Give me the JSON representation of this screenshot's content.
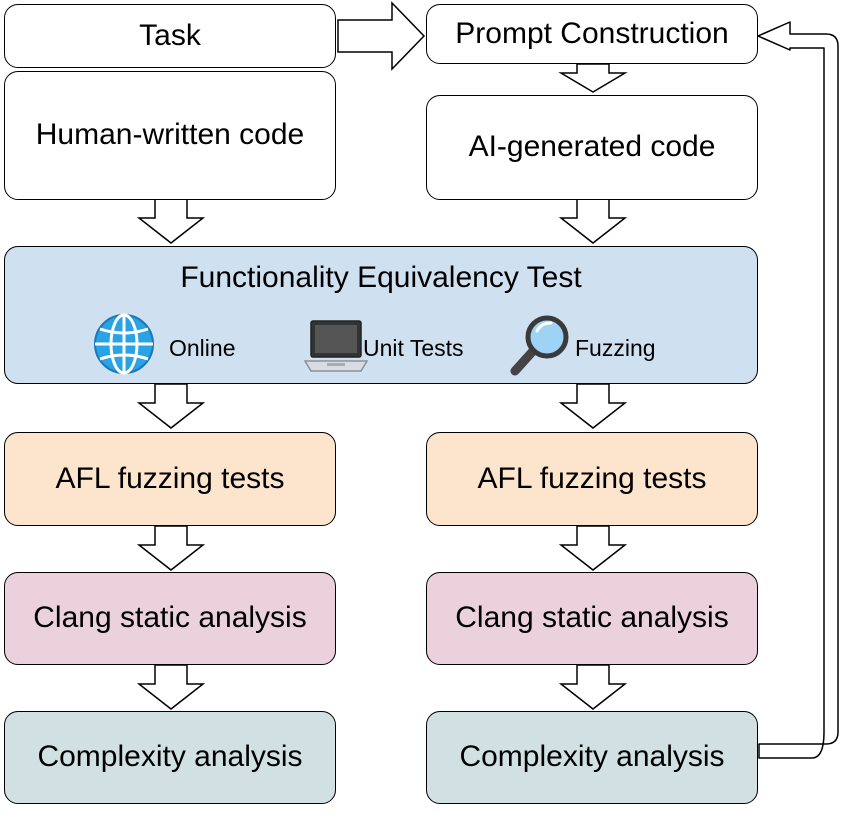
{
  "left_column": {
    "task": "Task",
    "human_code": "Human-written code",
    "afl": "AFL fuzzing tests",
    "clang": "Clang static analysis",
    "complexity": "Complexity analysis"
  },
  "right_column": {
    "prompt": "Prompt Construction",
    "ai_code": "AI-generated code",
    "afl": "AFL fuzzing tests",
    "clang": "Clang static analysis",
    "complexity": "Complexity analysis"
  },
  "functionality_test": {
    "title": "Functionality Equivalency Test",
    "methods": [
      {
        "label": "Online",
        "icon": "globe-icon"
      },
      {
        "label": "Unit Tests",
        "icon": "laptop-icon"
      },
      {
        "label": "Fuzzing",
        "icon": "magnifier-icon"
      }
    ]
  },
  "colors": {
    "functionality": "#cfe0f1",
    "afl": "#fde4cc",
    "clang": "#ead1dc",
    "complexity": "#d0e0e3"
  }
}
